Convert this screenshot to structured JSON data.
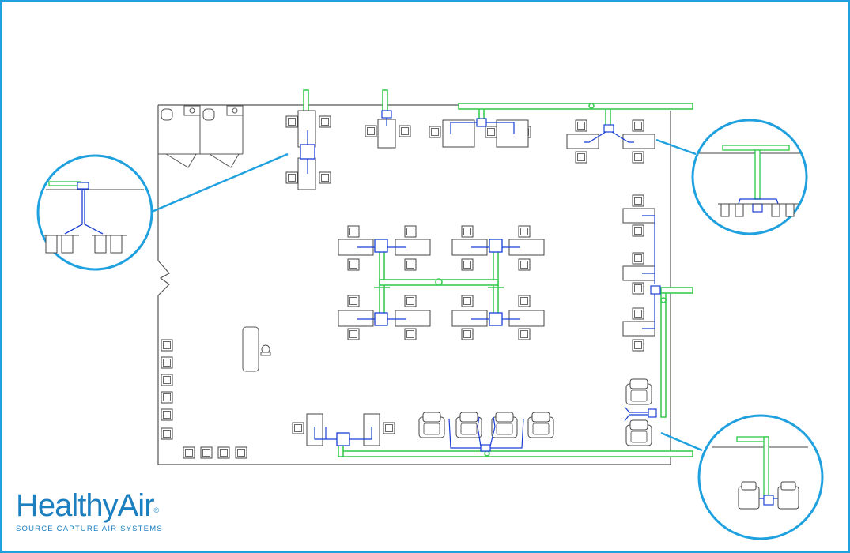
{
  "brand": {
    "name_part1": "Healthy",
    "name_part2": "Air",
    "registered": "®",
    "tagline": "SOURCE CAPTURE AIR SYSTEMS",
    "color": "#1c7fc0"
  },
  "colors": {
    "frame": "#1fa1df",
    "duct_main": "#3ccc52",
    "duct_branch": "#1a3fd6",
    "wall": "#555555",
    "callout": "#1fa1df"
  },
  "callouts": [
    "bench-detail",
    "ceiling-drop-detail",
    "chair-station-detail"
  ]
}
